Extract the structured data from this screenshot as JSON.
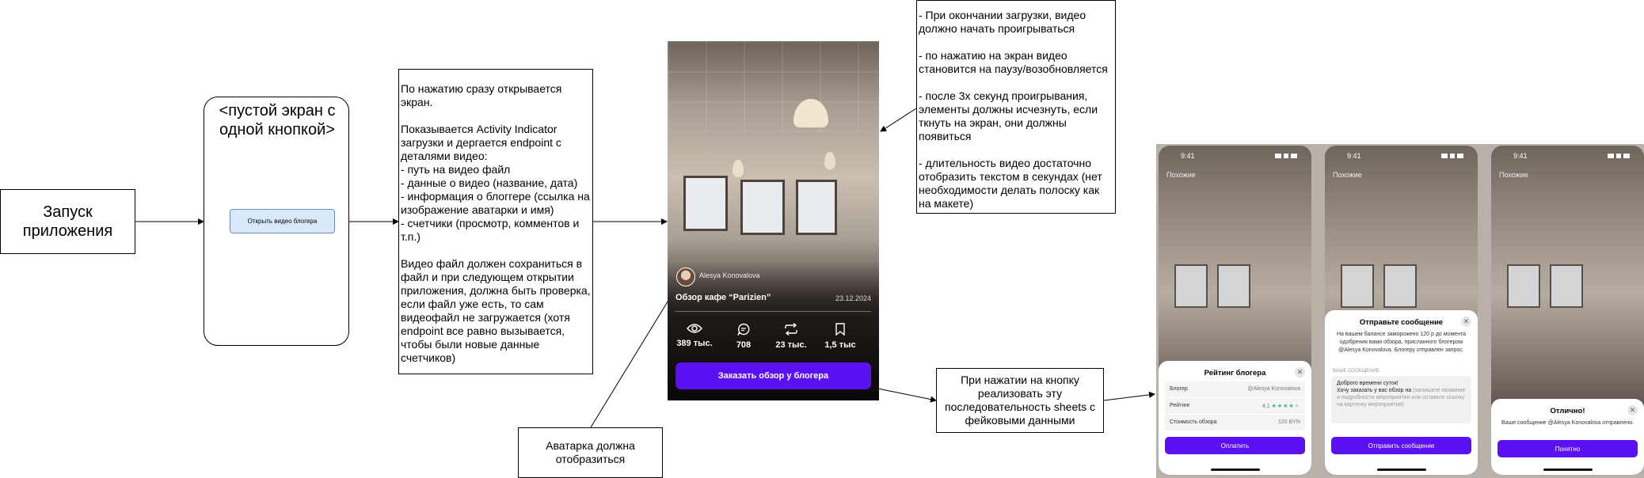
{
  "boxes": {
    "start": "Запуск приложения",
    "empty_screen": "<пустой экран с одной кнопкой>",
    "open_button": "Открыть видео блогера",
    "note_open": "По нажатию сразу открывается экран.\n\nПоказывается Activity Indicator загрузки и дергается endpoint с деталями видео:\n- путь на видео файл\n- данные о видео (название, дата)\n- информация о блоггере (ссылка на изображение аватарки и имя)\n- счетчики (просмотр, комментов и т.п.)\n\nВидео файл должен сохраниться в файл и при следующем открытии приложения, должна быть проверка, если файл уже есть, то сам видеофайл не загружается (хотя endpoint все равно вызывается, чтобы были новые данные счетчиков)",
    "note_video": "- При окончании загрузки, видео должно начать проигрываться\n\n- по нажатию на экран видео становится на паузу/возобновляется\n\n- после 3х секунд проигрывания, элементы должны исчезнуть, если ткнуть на экран, они должны появиться\n\n- длительность видео достаточно отобразить текстом в секундах (нет необходимости делать полоску как на макете)",
    "note_avatar": "Аватарка должна отобразиться",
    "note_sheets": "При нажатии на кнопку реализовать эту последовательность sheets с фейковыми данными"
  },
  "video": {
    "blogger": "Alesya Konovalova",
    "title": "Обзор кафе “Parizien”",
    "date": "23.12.2024",
    "stats": [
      {
        "icon": "eye-icon",
        "value": "389 тыс."
      },
      {
        "icon": "comment-icon",
        "value": "708"
      },
      {
        "icon": "repost-icon",
        "value": "23 тыс."
      },
      {
        "icon": "bookmark-icon",
        "value": "1,5 тыс"
      }
    ],
    "cta": "Заказать обзор у блогера"
  },
  "phones": {
    "time": "9:41",
    "tab": "Похожие",
    "rating": {
      "title": "Рейтинг блогера",
      "rows": [
        {
          "k": "Блогер",
          "v": "@Alesya Konovalova"
        },
        {
          "k": "Рейтинг",
          "v": "4,1"
        },
        {
          "k": "Стоимость обзора",
          "v": "120 BYN"
        }
      ],
      "button": "Оплатить"
    },
    "message": {
      "title": "Отправьте сообщение",
      "body": "На вашем балансе заморожено 120 р до момента одобрения вами обзора, присланного блогером @Alesya Konovalova. Блогеру отправлен запрос.",
      "label": "ВАШЕ СООБЩЕНИЕ",
      "text": "Доброго времени суток!\nХочу заказать у вас обзор на",
      "placeholder": " (напишите название и подробности мероприятия или оставьте ссылку на карточку мероприятия)",
      "button": "Отправить сообщение"
    },
    "done": {
      "title": "Отлично!",
      "body": "Ваше сообщение @Alesya Konovalova отправлено.",
      "button": "Понятно"
    }
  }
}
